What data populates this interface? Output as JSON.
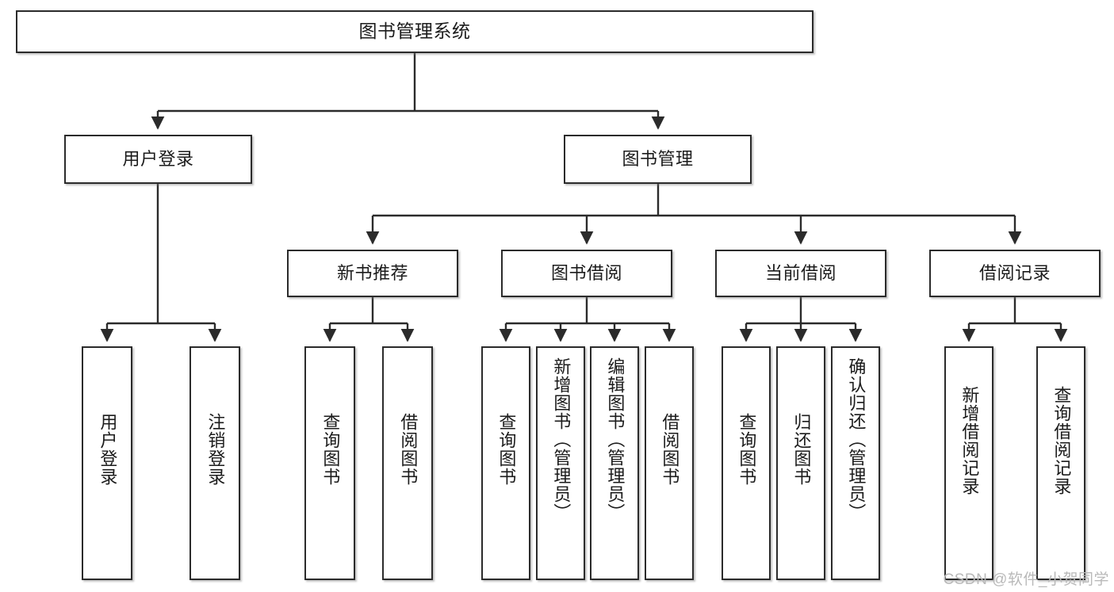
{
  "diagram": {
    "title": "图书管理系统",
    "root": {
      "label": "图书管理系统"
    },
    "level2": [
      {
        "label": "用户登录"
      },
      {
        "label": "图书管理"
      }
    ],
    "level3": [
      {
        "label": "新书推荐"
      },
      {
        "label": "图书借阅"
      },
      {
        "label": "当前借阅"
      },
      {
        "label": "借阅记录"
      }
    ],
    "leaves": {
      "user_login": [
        {
          "label": "用户登录"
        },
        {
          "label": "注销登录"
        }
      ],
      "new_book_recommend": [
        {
          "label": "查询图书"
        },
        {
          "label": "借阅图书"
        }
      ],
      "book_borrow": [
        {
          "label": "查询图书"
        },
        {
          "label": "新增图书（管理员）"
        },
        {
          "label": "编辑图书（管理员）"
        },
        {
          "label": "借阅图书"
        }
      ],
      "current_borrow": [
        {
          "label": "查询图书"
        },
        {
          "label": "归还图书"
        },
        {
          "label": "确认归还（管理员）"
        }
      ],
      "borrow_record": [
        {
          "label": "新增借阅记录"
        },
        {
          "label": "查询借阅记录"
        }
      ]
    }
  },
  "watermark": {
    "text": "CSDN @软件_小贺同学"
  },
  "colors": {
    "stroke": "#2b2b2b",
    "background": "#ffffff",
    "text": "#1b1b1b",
    "watermark": "#b9b9b9"
  }
}
